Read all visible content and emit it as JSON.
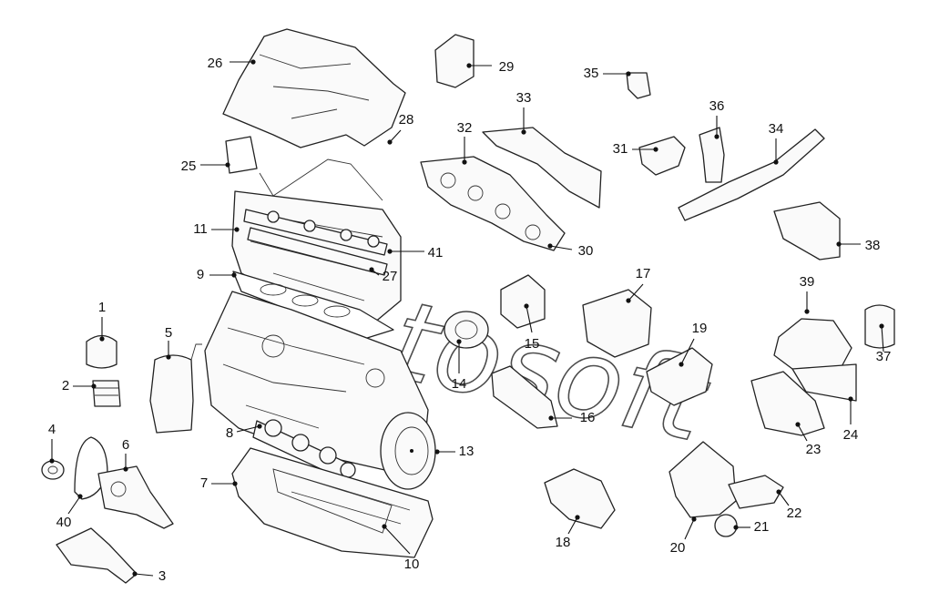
{
  "figure": "exploded-engine-parts-diagram",
  "watermark_text": "tosoft",
  "callouts": [
    {
      "id": "c1",
      "label": "1"
    },
    {
      "id": "c2",
      "label": "2"
    },
    {
      "id": "c3",
      "label": "3"
    },
    {
      "id": "c4",
      "label": "4"
    },
    {
      "id": "c5",
      "label": "5"
    },
    {
      "id": "c6",
      "label": "6"
    },
    {
      "id": "c7",
      "label": "7"
    },
    {
      "id": "c8",
      "label": "8"
    },
    {
      "id": "c9",
      "label": "9"
    },
    {
      "id": "c10",
      "label": "10"
    },
    {
      "id": "c11",
      "label": "11"
    },
    {
      "id": "c13",
      "label": "13"
    },
    {
      "id": "c14",
      "label": "14"
    },
    {
      "id": "c15",
      "label": "15"
    },
    {
      "id": "c16",
      "label": "16"
    },
    {
      "id": "c17",
      "label": "17"
    },
    {
      "id": "c18",
      "label": "18"
    },
    {
      "id": "c19",
      "label": "19"
    },
    {
      "id": "c20",
      "label": "20"
    },
    {
      "id": "c21",
      "label": "21"
    },
    {
      "id": "c22",
      "label": "22"
    },
    {
      "id": "c23",
      "label": "23"
    },
    {
      "id": "c24",
      "label": "24"
    },
    {
      "id": "c25",
      "label": "25"
    },
    {
      "id": "c26",
      "label": "26"
    },
    {
      "id": "c27",
      "label": "27"
    },
    {
      "id": "c28",
      "label": "28"
    },
    {
      "id": "c29",
      "label": "29"
    },
    {
      "id": "c30",
      "label": "30"
    },
    {
      "id": "c31",
      "label": "31"
    },
    {
      "id": "c32",
      "label": "32"
    },
    {
      "id": "c33",
      "label": "33"
    },
    {
      "id": "c34",
      "label": "34"
    },
    {
      "id": "c35",
      "label": "35"
    },
    {
      "id": "c36",
      "label": "36"
    },
    {
      "id": "c37",
      "label": "37"
    },
    {
      "id": "c38",
      "label": "38"
    },
    {
      "id": "c39",
      "label": "39"
    },
    {
      "id": "c40",
      "label": "40"
    },
    {
      "id": "c41",
      "label": "41"
    }
  ]
}
